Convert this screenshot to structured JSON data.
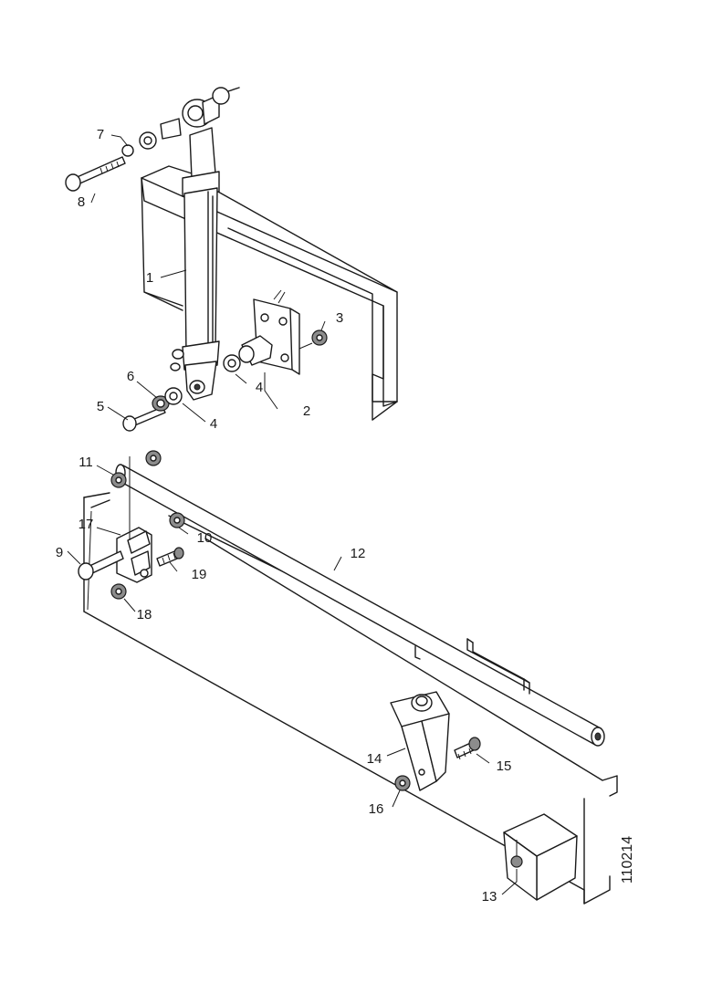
{
  "drawing_id": "110214",
  "callouts": {
    "c1": "1",
    "c2": "2",
    "c3": "3",
    "c4a": "4",
    "c4b": "4",
    "c5": "5",
    "c6": "6",
    "c7": "7",
    "c8": "8",
    "c9": "9",
    "c10": "10",
    "c11": "11",
    "c12": "12",
    "c13": "13",
    "c14": "14",
    "c15": "15",
    "c16": "16",
    "c17": "17",
    "c18": "18",
    "c19": "19"
  }
}
